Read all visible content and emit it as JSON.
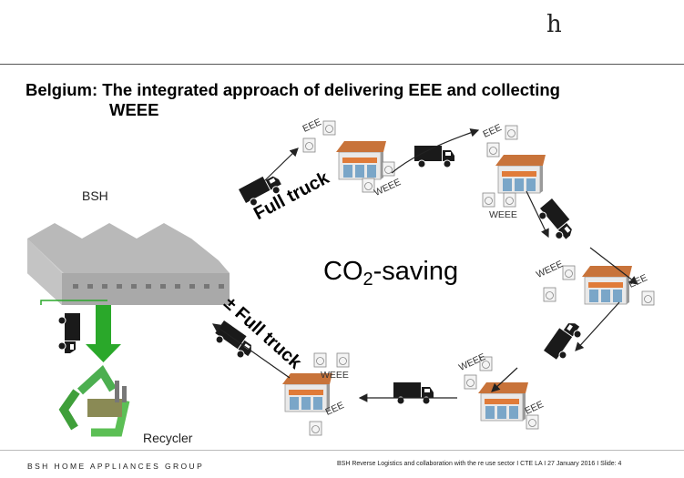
{
  "header": {
    "logo_glyph": "h"
  },
  "title": {
    "line1": "Belgium: The integrated approach of delivering EEE and collecting",
    "line2": "WEEE"
  },
  "labels": {
    "bsh": "BSH",
    "recycler": "Recycler",
    "co2_main": "CO",
    "co2_sub": "2",
    "co2_rest": "-saving",
    "full_truck_top": "Full truck",
    "full_truck_bottom": "± Full truck",
    "eee": "EEE",
    "weee": "WEEE"
  },
  "footer": {
    "left": "BSH HOME APPLIANCES GROUP",
    "right": "BSH Reverse Logistics and collaboration with the re use sector I CTE LA I 27 January 2016 I Slide: 4"
  },
  "colors": {
    "arrow_green": "#2aa82a",
    "truck": "#1a1a1a",
    "store_roof": "#c8733a",
    "store_wall": "#e8e8e8",
    "recycle_green": "#4caf50"
  }
}
